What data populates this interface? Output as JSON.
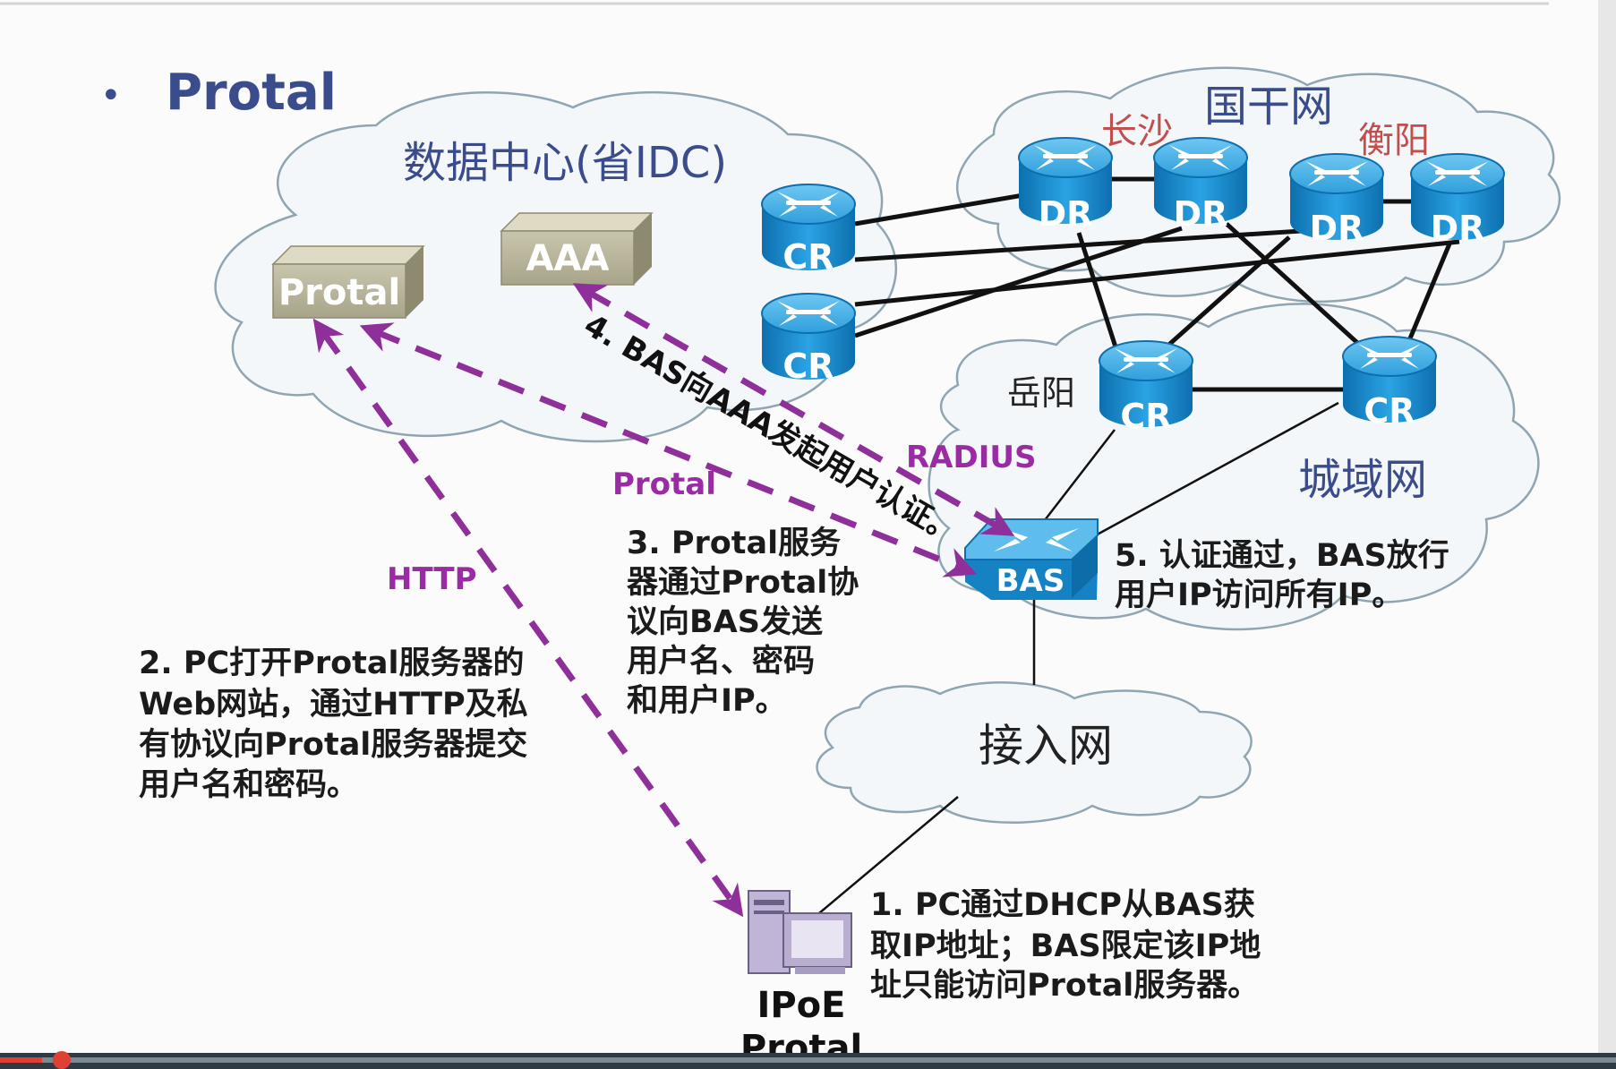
{
  "slide": {
    "bullet": "•",
    "title": "Protal"
  },
  "clouds": {
    "idc": "数据中心(省IDC)",
    "backbone": "国干网",
    "metro": "城域网",
    "access": "接入网"
  },
  "cities": {
    "changsha": "长沙",
    "hengyang": "衡阳",
    "yueyang": "岳阳"
  },
  "devices": {
    "protal_server": "Protal",
    "aaa_server": "AAA",
    "cr": "CR",
    "dr": "DR",
    "bas": "BAS",
    "pc_line1": "IPoE",
    "pc_line2": "Protal"
  },
  "flows": {
    "http": "HTTP",
    "protal": "Protal",
    "radius": "RADIUS",
    "step4": "4. BAS向AAA发起用户认证。"
  },
  "notes": {
    "step1": [
      "1.  PC通过DHCP从BAS获",
      "取IP地址；BAS限定该IP地",
      "址只能访问Protal服务器。"
    ],
    "step2": [
      "2.  PC打开Protal服务器的",
      "Web网站，通过HTTP及私",
      "有协议向Protal服务器提交",
      "用户名和密码。"
    ],
    "step3": [
      "3.  Protal服务",
      "器通过Protal协",
      "议向BAS发送",
      "用户名、密码",
      "和用户IP。"
    ],
    "step5": [
      "5.  认证通过，BAS放行",
      "用户IP访问所有IP。"
    ]
  },
  "colors": {
    "title": "#3a4c8c",
    "flow": "#8e2f9a",
    "city": "#c0504d",
    "router": "#1b8ed0"
  },
  "player": {
    "progress": 0.026
  }
}
